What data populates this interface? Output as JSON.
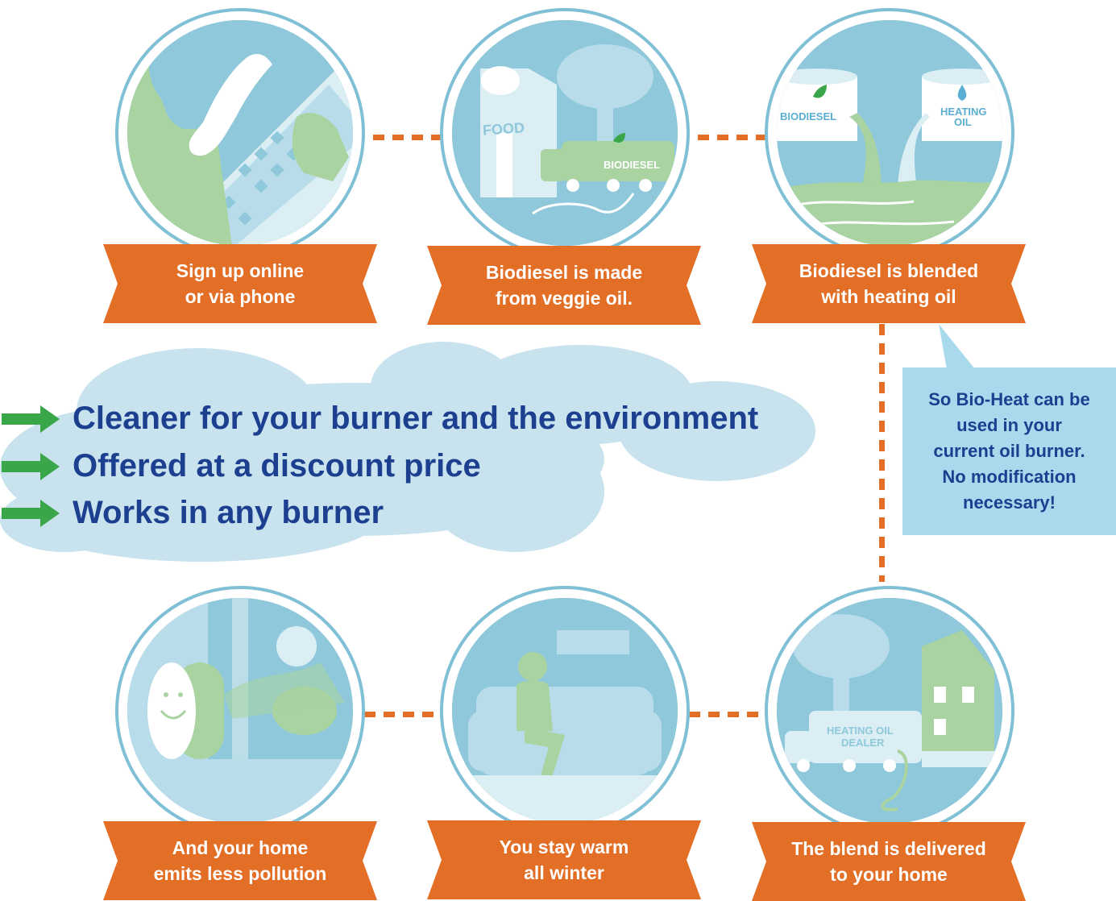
{
  "steps": {
    "signup": {
      "line1": "Sign up online",
      "line2": "or via phone"
    },
    "made": {
      "line1": "Biodiesel is made",
      "line2": "from veggie oil.",
      "building_label": "FOOD",
      "truck_label": "BIODIESEL"
    },
    "blended": {
      "line1": "Biodiesel is blended",
      "line2": "with heating oil",
      "tank_left_label": "BIODIESEL",
      "tank_right_label_1": "HEATING",
      "tank_right_label_2": "OIL"
    },
    "delivered": {
      "line1": "The blend is delivered",
      "line2": "to your home",
      "truck_line1": "HEATING OIL",
      "truck_line2": "DEALER"
    },
    "warm": {
      "line1": "You stay warm",
      "line2": "all winter"
    },
    "pollution": {
      "line1": "And your home",
      "line2": "emits less pollution"
    }
  },
  "benefits": [
    "Cleaner for your burner and the environment",
    "Offered at a discount price",
    "Works in any burner"
  ],
  "callout": {
    "line1": "So Bio-Heat can be",
    "line2": "used in your",
    "line3": "current oil burner.",
    "line4": "No modification",
    "line5": "necessary!"
  },
  "colors": {
    "banner": "#e36e26",
    "medallion_border": "#7fc0d6",
    "scene_blue": "#8ec8da",
    "scene_green": "#a9d3a1",
    "benefit_text": "#1c3f8f",
    "arrow": "#3aa64a",
    "cloud": "#c8e3ee",
    "callout_bg": "#a9d9ec"
  }
}
